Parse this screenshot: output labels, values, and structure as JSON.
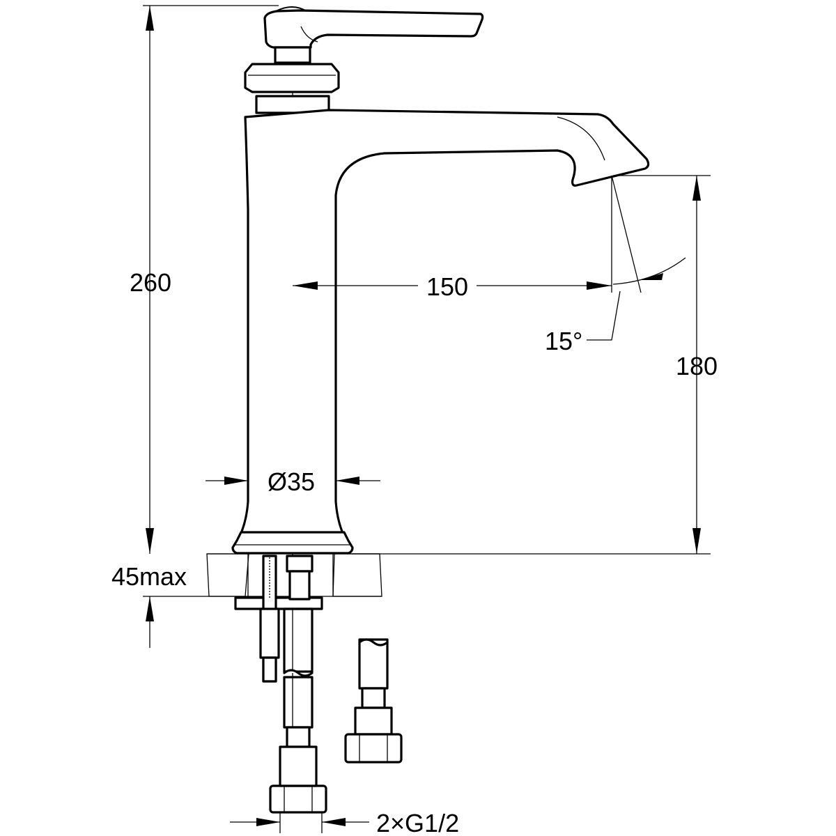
{
  "dimensions": {
    "total_height": "260",
    "spout_height": "180",
    "spout_reach": "150",
    "spout_angle": "15°",
    "body_diameter": "Ø35",
    "deck_thickness": "45max",
    "connections": "2×G1/2"
  },
  "colors": {
    "line": "#000000",
    "background": "#ffffff",
    "countertop_fill": "#ffffff"
  }
}
